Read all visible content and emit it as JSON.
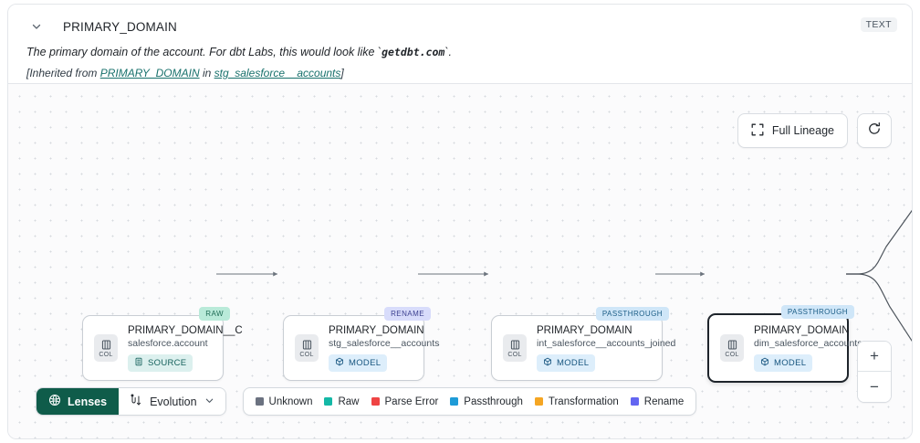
{
  "header": {
    "collapse_icon": "chevron-down-icon",
    "title": "PRIMARY_DOMAIN",
    "type_badge": "TEXT",
    "description_pre": "The primary domain of the account. For dbt Labs, this would look like `",
    "description_code": "getdbt.com",
    "description_post": "`.",
    "inherited_prefix": "[Inherited from ",
    "inherited_column_link": "PRIMARY_DOMAIN",
    "inherited_middle": " in ",
    "inherited_model_link": "stg_salesforce__accounts",
    "inherited_suffix": "]"
  },
  "canvas_controls": {
    "full_lineage_label": "Full Lineage",
    "full_lineage_icon": "expand-icon",
    "refresh_icon": "refresh-icon"
  },
  "zoom_controls": {
    "zoom_in_label": "+",
    "zoom_out_label": "−"
  },
  "graph": {
    "nodes": [
      {
        "kind_badge": "RAW",
        "chip_label": "COL",
        "chip_icon": "column-icon",
        "title": "PRIMARY_DOMAIN__C",
        "subtitle": "salesforce.account",
        "tag_label": "SOURCE",
        "tag_icon": "database-icon",
        "selected": false
      },
      {
        "kind_badge": "RENAME",
        "chip_label": "COL",
        "chip_icon": "column-icon",
        "title": "PRIMARY_DOMAIN",
        "subtitle": "stg_salesforce__accounts",
        "tag_label": "MODEL",
        "tag_icon": "cube-icon",
        "selected": false
      },
      {
        "kind_badge": "PASSTHROUGH",
        "chip_label": "COL",
        "chip_icon": "column-icon",
        "title": "PRIMARY_DOMAIN",
        "subtitle": "int_salesforce__accounts_joined",
        "tag_label": "MODEL",
        "tag_icon": "cube-icon",
        "selected": false
      },
      {
        "kind_badge": "PASSTHROUGH",
        "chip_label": "COL",
        "chip_icon": "column-icon",
        "title": "PRIMARY_DOMAIN",
        "subtitle": "dim_salesforce_accounts",
        "tag_label": "MODEL",
        "tag_icon": "cube-icon",
        "selected": true
      }
    ]
  },
  "toolbar": {
    "lenses_label": "Lenses",
    "lenses_icon": "aperture-icon",
    "evolution_label": "Evolution",
    "evolution_icon": "evolution-icon",
    "evolution_caret": "chevron-down-icon"
  },
  "legend": {
    "items": [
      {
        "label": "Unknown",
        "color": "#6b7280"
      },
      {
        "label": "Raw",
        "color": "#14b8a6"
      },
      {
        "label": "Parse Error",
        "color": "#ef4444"
      },
      {
        "label": "Passthrough",
        "color": "#1e9bd7"
      },
      {
        "label": "Transformation",
        "color": "#f5a623"
      },
      {
        "label": "Rename",
        "color": "#6366f1"
      }
    ]
  }
}
